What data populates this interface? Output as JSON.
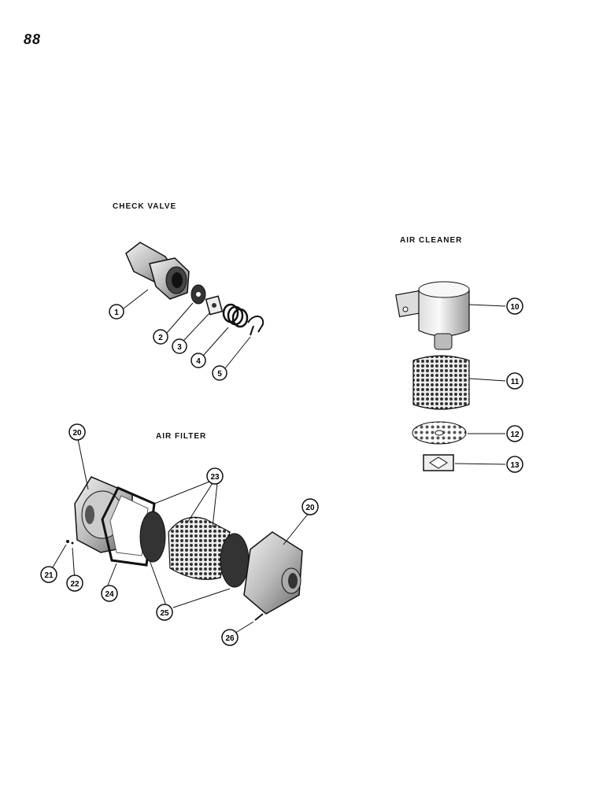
{
  "page_number": "88",
  "sections": {
    "check_valve": {
      "title": "CHECK VALVE"
    },
    "air_cleaner": {
      "title": "AIR CLEANER"
    },
    "air_filter": {
      "title": "AIR FILTER"
    }
  },
  "callouts": {
    "c1": "1",
    "c2": "2",
    "c3": "3",
    "c4": "4",
    "c5": "5",
    "c10": "10",
    "c11": "11",
    "c12": "12",
    "c13": "13",
    "c20a": "20",
    "c20b": "20",
    "c21": "21",
    "c22": "22",
    "c23": "23",
    "c24": "24",
    "c25": "25",
    "c26": "26"
  }
}
